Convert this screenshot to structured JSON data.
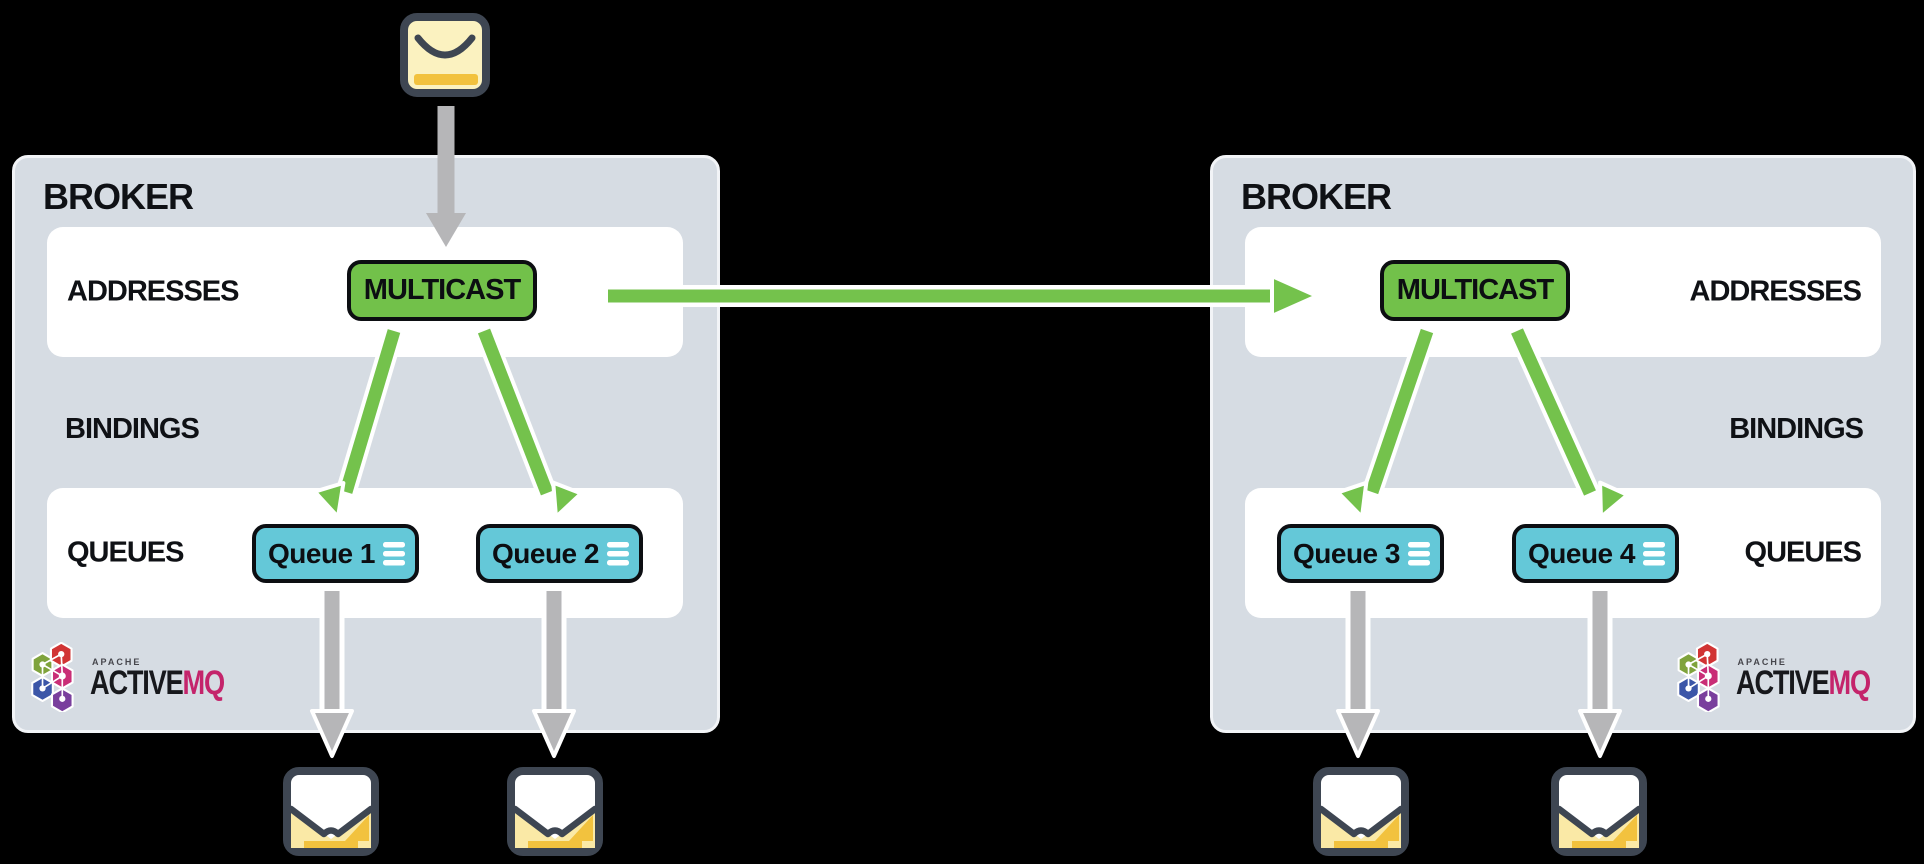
{
  "brokers": [
    {
      "title": "BROKER",
      "addresses_label": "ADDRESSES",
      "bindings_label": "BINDINGS",
      "queues_label": "QUEUES",
      "address_node_label": "MULTICAST",
      "queues": [
        {
          "label": "Queue 1"
        },
        {
          "label": "Queue 2"
        }
      ],
      "logo": {
        "apache": "APACHE",
        "name_primary": "ACTIVE",
        "name_accent": "MQ"
      }
    },
    {
      "title": "BROKER",
      "addresses_label": "ADDRESSES",
      "bindings_label": "BINDINGS",
      "queues_label": "QUEUES",
      "address_node_label": "MULTICAST",
      "queues": [
        {
          "label": "Queue 3"
        },
        {
          "label": "Queue 4"
        }
      ],
      "logo": {
        "apache": "APACHE",
        "name_primary": "ACTIVE",
        "name_accent": "MQ"
      }
    }
  ],
  "colors": {
    "background": "#000000",
    "broker_panel": "#d6dce3",
    "section_row": "#ffffff",
    "accent_green": "#74c24c",
    "queue_cyan": "#64c8d8",
    "arrow_gray": "#b6b6b8",
    "outline_dark": "#0c0e12",
    "envelope_cream": "#fbf2c0",
    "envelope_paper": "#ffffff",
    "envelope_gold": "#f2c23e",
    "envelope_border": "#3e4652",
    "logo_magenta": "#c4246b"
  }
}
